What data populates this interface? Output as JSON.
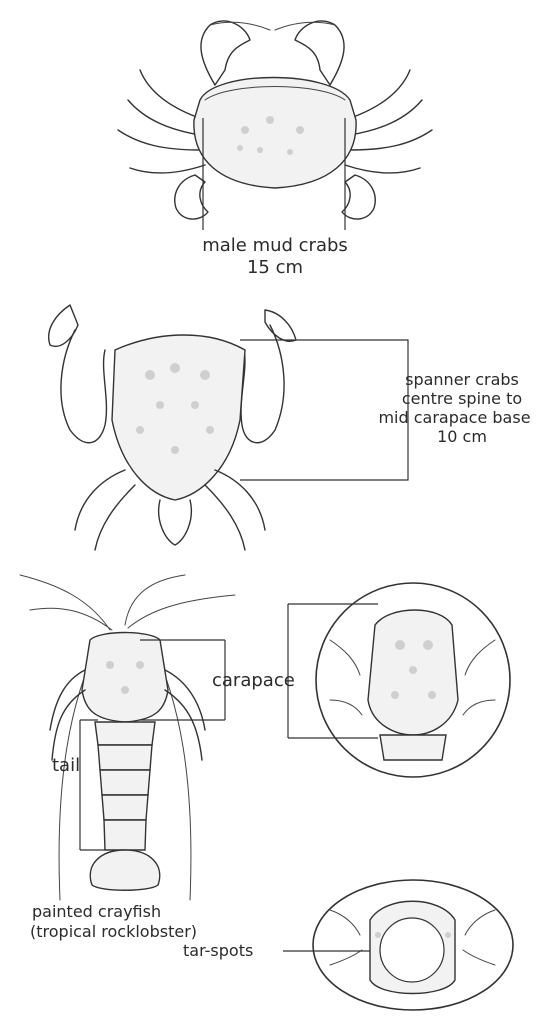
{
  "labels": {
    "mud_crab_name": "male mud crabs",
    "mud_crab_size": "15 cm",
    "spanner_line1": "spanner crabs",
    "spanner_line2": "centre spine to",
    "spanner_line3": "mid carapace base",
    "spanner_size": "10 cm",
    "carapace": "carapace",
    "tail": "tail",
    "crayfish_name": "painted crayfish",
    "crayfish_alt": "(tropical rocklobster)",
    "tar_spots": "tar-spots"
  }
}
